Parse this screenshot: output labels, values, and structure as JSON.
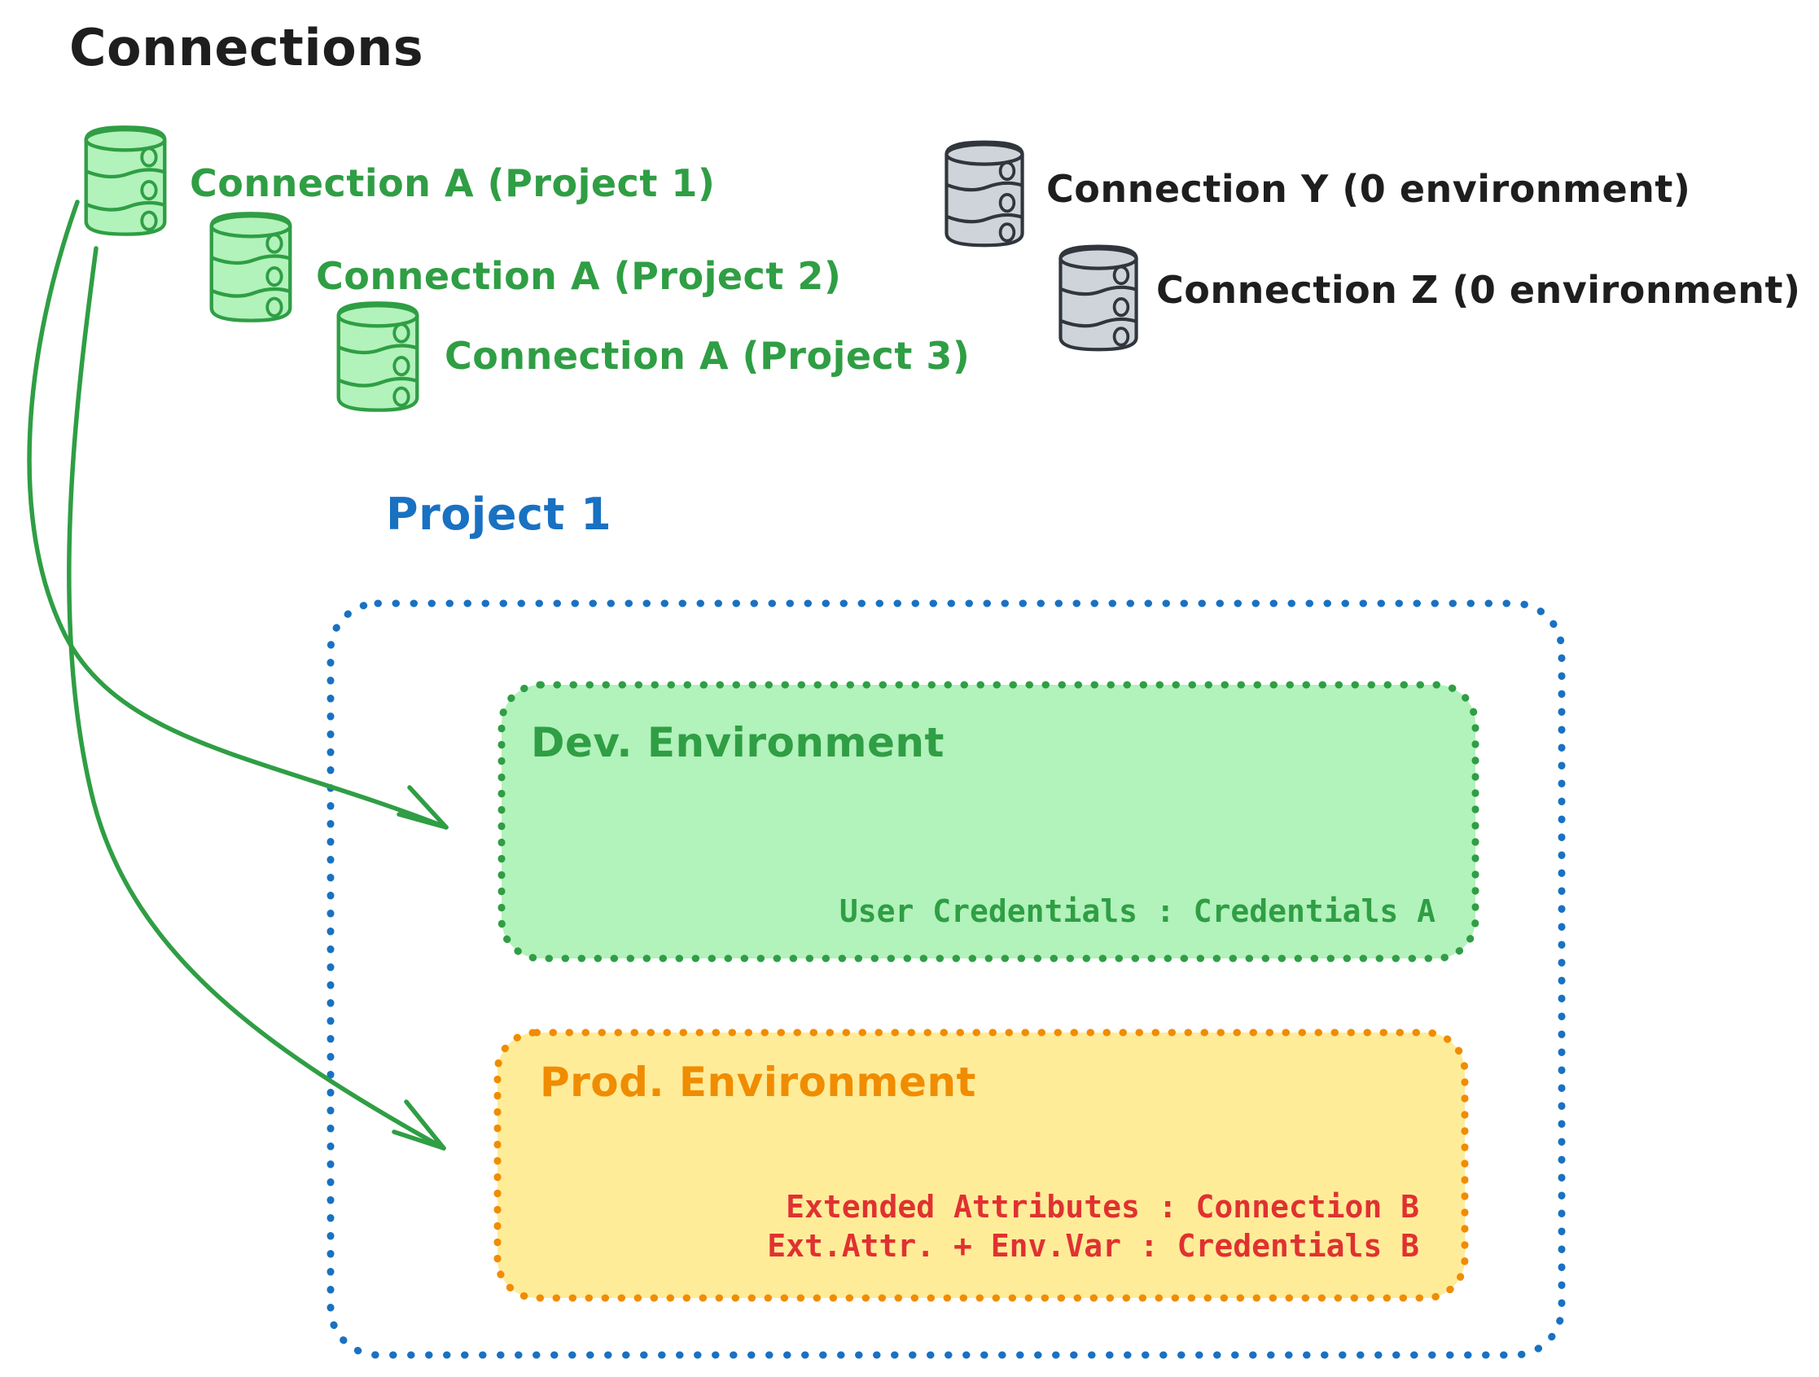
{
  "page_title": "Connections",
  "colors": {
    "ink": "#1e1e1e",
    "green": "#2f9e44",
    "green_fill": "#b2f2bb",
    "gray_stroke": "#30363c",
    "gray_fill": "#ced4da",
    "blue": "#1971c2",
    "orange": "#f08c00",
    "orange_fill": "#ffec99",
    "red": "#e03131"
  },
  "connections": {
    "assigned": [
      {
        "label": "Connection A (Project 1)",
        "icon": "database-icon",
        "color": "green"
      },
      {
        "label": "Connection A (Project 2)",
        "icon": "database-icon",
        "color": "green"
      },
      {
        "label": "Connection A (Project 3)",
        "icon": "database-icon",
        "color": "green"
      }
    ],
    "unassigned": [
      {
        "label": "Connection Y (0 environment)",
        "icon": "database-icon",
        "color": "gray"
      },
      {
        "label": "Connection Z (0 environment)",
        "icon": "database-icon",
        "color": "gray"
      }
    ]
  },
  "project": {
    "title": "Project 1",
    "environments": [
      {
        "title": "Dev. Environment",
        "lines": [
          "User Credentials : Credentials A"
        ]
      },
      {
        "title": "Prod. Environment",
        "lines": [
          "Extended Attributes : Connection B",
          "Ext.Attr. + Env.Var : Credentials B"
        ]
      }
    ]
  }
}
